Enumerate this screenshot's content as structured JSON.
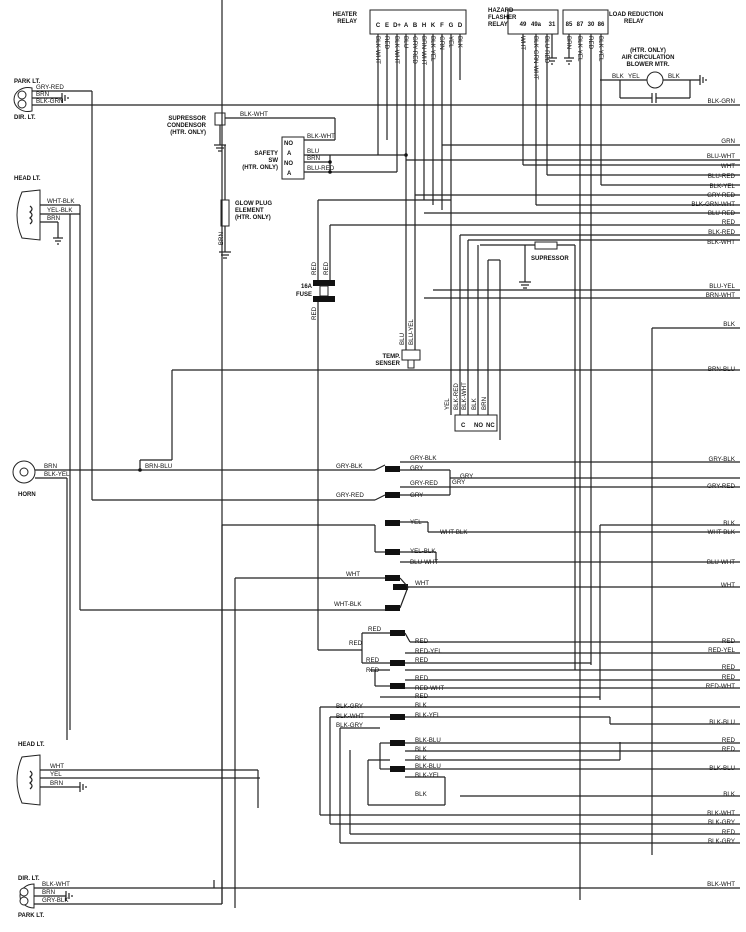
{
  "components": {
    "heater_relay": {
      "title": [
        "HEATER",
        "RELAY"
      ],
      "pins": [
        "C",
        "E",
        "D+",
        "A",
        "B",
        "H",
        "K",
        "F",
        "G",
        "D"
      ]
    },
    "hazard_relay": {
      "title": [
        "HAZARD",
        "FLASHER",
        "RELAY"
      ],
      "pins": [
        "49",
        "49a",
        "31"
      ]
    },
    "load_relay": {
      "title": [
        "LOAD REDUCTION",
        "RELAY"
      ],
      "pins": [
        "85",
        "87",
        "30",
        "86"
      ]
    },
    "blower": {
      "title": [
        "(HTR. ONLY)",
        "AIR CIRCULATION",
        "BLOWER MTR."
      ]
    },
    "park_lt_top": "PARK LT.",
    "dir_lt_top": "DIR. LT.",
    "head_lt_top": "HEAD LT.",
    "horn": "HORN",
    "head_lt_bottom": "HEAD LT.",
    "dir_lt_bottom": "DIR. LT.",
    "park_lt_bottom": "PARK LT.",
    "supressor_condensor": [
      "SUPRESSOR",
      "CONDENSOR",
      "(HTR. ONLY)"
    ],
    "safety_sw": {
      "title": [
        "SAFETY",
        "SW",
        "(HTR. ONLY)"
      ],
      "pins": [
        "NO",
        "A",
        "NO",
        "A"
      ]
    },
    "glow_plug": [
      "GLOW PLUG",
      "ELEMENT",
      "(HTR. ONLY)"
    ],
    "fuse": [
      "16A",
      "FUSE"
    ],
    "supressor": "SUPRESSOR",
    "temp_sensor": [
      "TEMP.",
      "SENSER"
    ],
    "temp_switch_pins": [
      "C",
      "NO",
      "NC"
    ]
  },
  "wires": {
    "heater_top": [
      "BLK-WHT",
      "RED",
      "BLK-WHT",
      "BLU",
      "GRY-RED",
      "BRN-WHT",
      "BLK-YEL",
      "GRN",
      "YEL",
      "BLK"
    ],
    "hazard_top": [
      "WHT",
      "BLK-GRN-WHT",
      "BLU-RED"
    ],
    "load_top": [
      "BRN",
      "BLK-YEL",
      "RED",
      "BLK-YEL"
    ],
    "blower": [
      "BLK",
      "YEL",
      "BLK"
    ],
    "park_top": [
      "GRY-RED",
      "BRN",
      "BLK-GRN"
    ],
    "head_top": [
      "WHT-BLK",
      "YEL-BLK",
      "BRN"
    ],
    "horn": [
      "BRN",
      "BLK-YEL",
      "BRN-BLU"
    ],
    "head_bottom": [
      "WHT",
      "YEL",
      "BRN"
    ],
    "dir_bottom": [
      "BLK-WHT",
      "BRN",
      "GRY-BLK"
    ],
    "supressor_cond": "BLK-WHT",
    "safety": [
      "BLK-WHT",
      "BLU",
      "BRN",
      "BLU-RED"
    ],
    "glow": "BRN",
    "fuse": [
      "RED",
      "RED",
      "RED"
    ],
    "temp_sensor": [
      "BLU",
      "BLU-YEL"
    ],
    "temp_switch": [
      "YEL",
      "BLK-RED",
      "BLK-WHT",
      "BLK",
      "BRN"
    ],
    "right_edge": [
      "BLK-GRN",
      "GRN",
      "BLU-WHT",
      "WHT",
      "BLU-RED",
      "BLK-YEL",
      "GRY-RED",
      "BLK-GRN-WHT",
      "BLU-RED",
      "RED",
      "BLK-RED",
      "BLK-WHT",
      "BLU-YEL",
      "BRN-WHT",
      "BLK",
      "BRN-BLU",
      "GRY-BLK",
      "GRY",
      "GRY-RED",
      "BLK",
      "WHT-BLK",
      "BLU-WHT",
      "WHT",
      "RED",
      "RED-YEL",
      "RED",
      "RED",
      "RED-WHT",
      "BLK-BLU",
      "RED",
      "RED",
      "BLK-BLU",
      "BLK",
      "BLK-WHT",
      "BLK-GRY",
      "RED",
      "BLK-GRY",
      "BLK-WHT"
    ],
    "center": [
      "GRY-BLK",
      "GRY",
      "GRY",
      "GRY-BLK",
      "GRY-RED",
      "GRY-RED",
      "GRY",
      "YEL",
      "YEL-BLK",
      "WHT-BLK",
      "BLU-WHT",
      "WHT",
      "WHT",
      "WHT-BLK",
      "RED",
      "RED",
      "RED",
      "RED-YEL",
      "RED",
      "RED",
      "RED",
      "RED",
      "RED-WHT",
      "RED",
      "BLK",
      "BLK-YEL",
      "BLK-GRY",
      "BLK-WHT",
      "BLK-GRY",
      "BLK-BLU",
      "BLK",
      "BLK",
      "BLK-BLU",
      "BLK-YEL",
      "BLK"
    ]
  }
}
